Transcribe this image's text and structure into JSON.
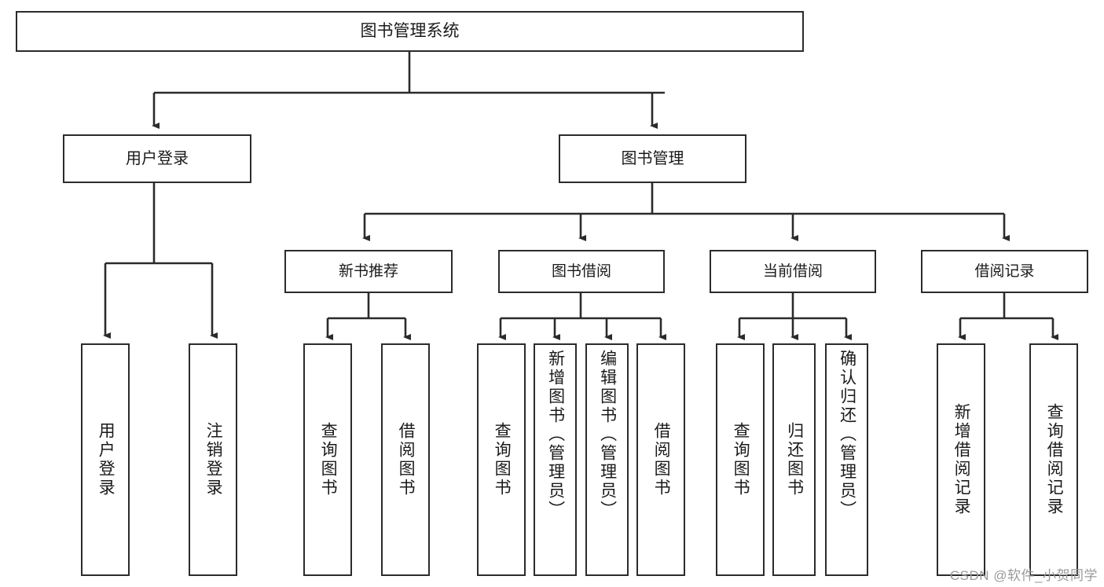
{
  "diagram": {
    "title": "图书管理系统",
    "watermark": "CSDN @软件_小贺同学",
    "line_color": "#2b2b2b",
    "box_fill": "#ffffff",
    "text_color": "#1a1a1a",
    "watermark_color": "#9a9a9a"
  },
  "nodes": {
    "root": {
      "label": "图书管理系统"
    },
    "level2": [
      {
        "label": "用户登录"
      },
      {
        "label": "图书管理"
      }
    ],
    "level3": [
      {
        "label": "新书推荐"
      },
      {
        "label": "图书借阅"
      },
      {
        "label": "当前借阅"
      },
      {
        "label": "借阅记录"
      }
    ],
    "leaves": [
      {
        "label": "用户登录",
        "parent": "用户登录"
      },
      {
        "label": "注销登录",
        "parent": "用户登录"
      },
      {
        "label": "查询图书",
        "parent": "新书推荐"
      },
      {
        "label": "借阅图书",
        "parent": "新书推荐"
      },
      {
        "label": "查询图书",
        "parent": "图书借阅"
      },
      {
        "label": "新增图书（管理员）",
        "parent": "图书借阅"
      },
      {
        "label": "编辑图书（管理员）",
        "parent": "图书借阅"
      },
      {
        "label": "借阅图书",
        "parent": "图书借阅"
      },
      {
        "label": "查询图书",
        "parent": "当前借阅"
      },
      {
        "label": "归还图书",
        "parent": "当前借阅"
      },
      {
        "label": "确认归还（管理员）",
        "parent": "当前借阅"
      },
      {
        "label": "新增借阅记录",
        "parent": "借阅记录"
      },
      {
        "label": "查询借阅记录",
        "parent": "借阅记录"
      }
    ]
  },
  "chart_data": {
    "type": "tree-diagram",
    "title": "图书管理系统",
    "root": "图书管理系统",
    "edges": [
      {
        "from": "图书管理系统",
        "to": "用户登录"
      },
      {
        "from": "图书管理系统",
        "to": "图书管理"
      },
      {
        "from": "用户登录",
        "to": "用户登录(叶)"
      },
      {
        "from": "用户登录",
        "to": "注销登录"
      },
      {
        "from": "图书管理",
        "to": "新书推荐"
      },
      {
        "from": "图书管理",
        "to": "图书借阅"
      },
      {
        "from": "图书管理",
        "to": "当前借阅"
      },
      {
        "from": "图书管理",
        "to": "借阅记录"
      },
      {
        "from": "新书推荐",
        "to": "查询图书"
      },
      {
        "from": "新书推荐",
        "to": "借阅图书"
      },
      {
        "from": "图书借阅",
        "to": "查询图书"
      },
      {
        "from": "图书借阅",
        "to": "新增图书（管理员）"
      },
      {
        "from": "图书借阅",
        "to": "编辑图书（管理员）"
      },
      {
        "from": "图书借阅",
        "to": "借阅图书"
      },
      {
        "from": "当前借阅",
        "to": "查询图书"
      },
      {
        "from": "当前借阅",
        "to": "归还图书"
      },
      {
        "from": "当前借阅",
        "to": "确认归还（管理员）"
      },
      {
        "from": "借阅记录",
        "to": "新增借阅记录"
      },
      {
        "from": "借阅记录",
        "to": "查询借阅记录"
      }
    ],
    "levels": 4,
    "orientation": "top-down",
    "leaf_text_orientation": "vertical"
  }
}
